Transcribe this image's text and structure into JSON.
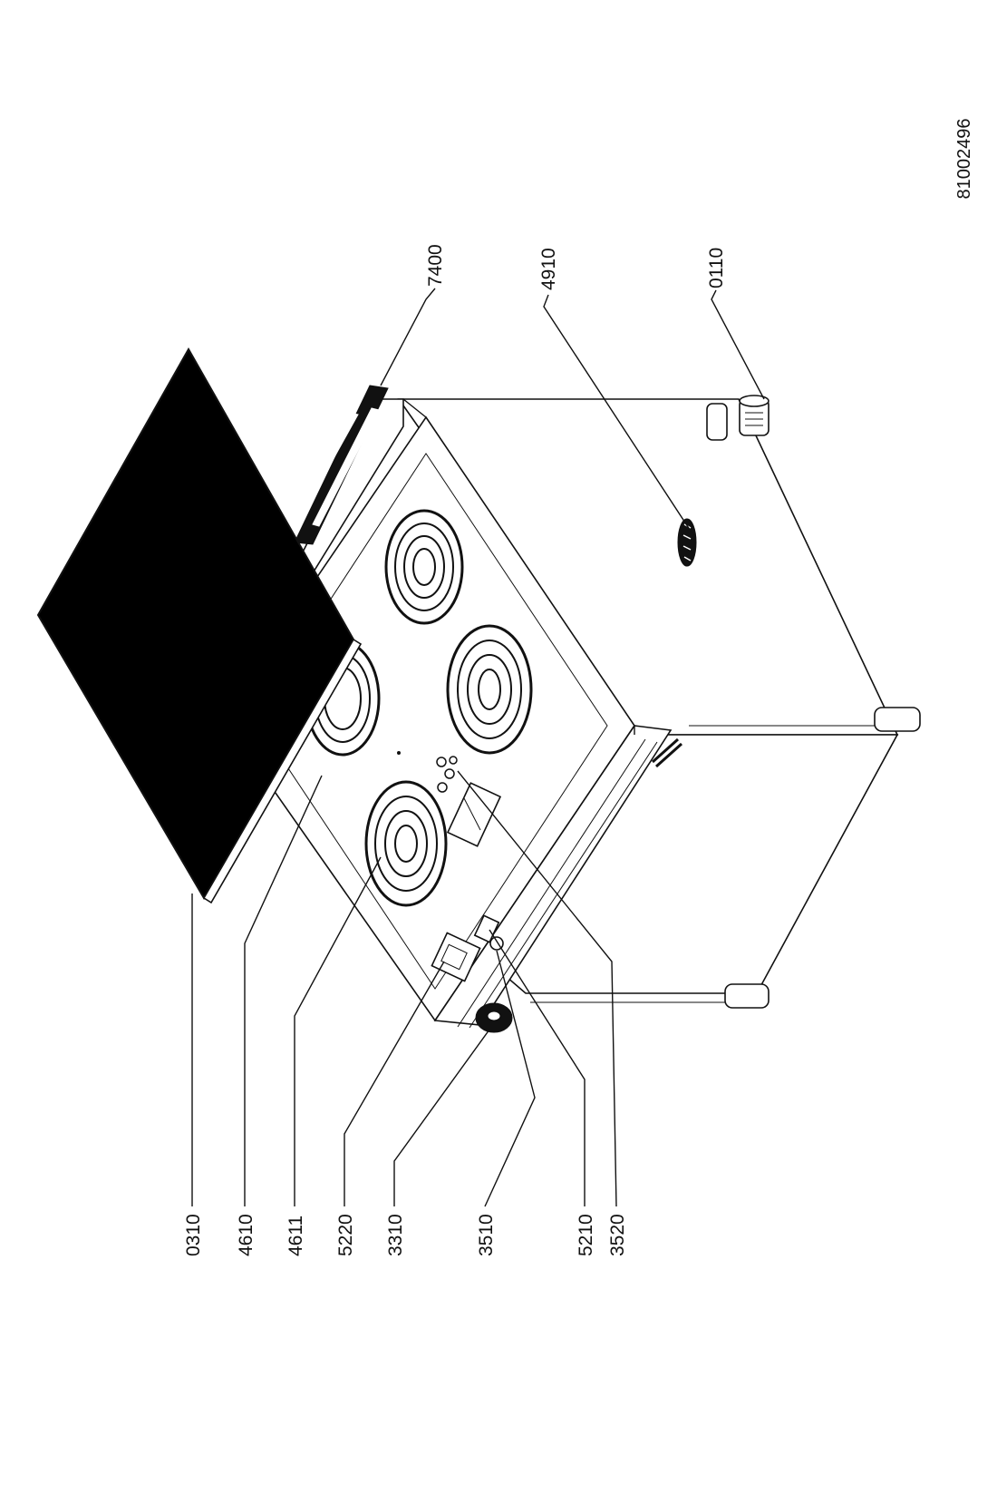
{
  "document_id": "81002496",
  "callouts": [
    {
      "id": "0310",
      "label": "0310"
    },
    {
      "id": "4610",
      "label": "4610"
    },
    {
      "id": "4611",
      "label": "4611"
    },
    {
      "id": "5220",
      "label": "5220"
    },
    {
      "id": "3310",
      "label": "3310"
    },
    {
      "id": "3510",
      "label": "3510"
    },
    {
      "id": "5210",
      "label": "5210"
    },
    {
      "id": "3520",
      "label": "3520"
    },
    {
      "id": "7400",
      "label": "7400"
    },
    {
      "id": "4910",
      "label": "4910"
    },
    {
      "id": "0110",
      "label": "0110"
    }
  ]
}
